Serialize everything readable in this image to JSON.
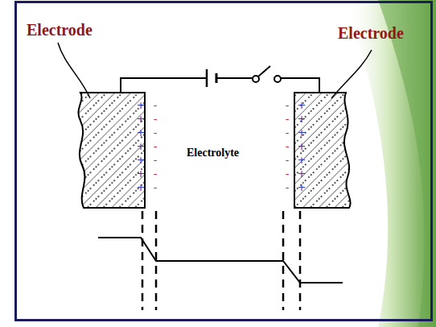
{
  "diagram": {
    "labels": [
      "Electrode",
      "Electrode",
      "Electrolyte",
      "+",
      "+",
      "+",
      "+",
      "+",
      "+",
      "+",
      "-",
      "-",
      "-",
      "-",
      "-",
      "-",
      "-",
      "-",
      "-",
      "-",
      "-",
      "-",
      "-",
      "-",
      "+",
      "+",
      "+",
      "+",
      "+",
      "+",
      "+"
    ]
  }
}
